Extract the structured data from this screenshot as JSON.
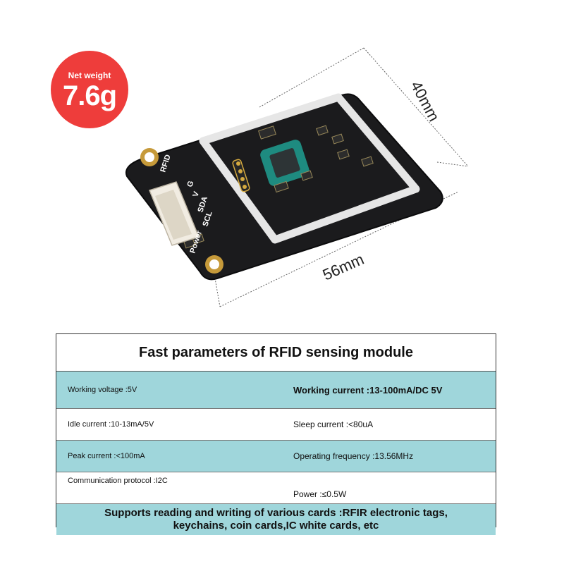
{
  "badge": {
    "caption": "Net weight",
    "value": "7.6g"
  },
  "dimensions": {
    "height": "40mm",
    "width": "56mm"
  },
  "board": {
    "silkscreen_rfid": "RFID",
    "silkscreen_power": "Power",
    "pin_labels": [
      "G",
      "V",
      "SDA",
      "SCL"
    ]
  },
  "table": {
    "title": "Fast parameters of RFID sensing module",
    "rows": [
      {
        "left": "Working voltage :5V",
        "right": "Working current :13-100mA/DC 5V"
      },
      {
        "left": "Idle current :10-13mA/5V",
        "right": "Sleep current :<80uA"
      },
      {
        "left": "Peak current :<100mA",
        "right": "Operating frequency :13.56MHz"
      },
      {
        "left": "Communication protocol :I2C",
        "right": "Power :≤0.5W"
      }
    ],
    "footer_line1": "Supports reading and writing of various cards :RFIR electronic tags,",
    "footer_line2": "keychains, coin cards,IC white cards, etc"
  },
  "colors": {
    "badge": "#ee3d3b",
    "table_blue": "#9fd6db",
    "board": "#1b1b1d",
    "antenna": "#e6e6e6",
    "chip_glow": "#1fa89a"
  }
}
